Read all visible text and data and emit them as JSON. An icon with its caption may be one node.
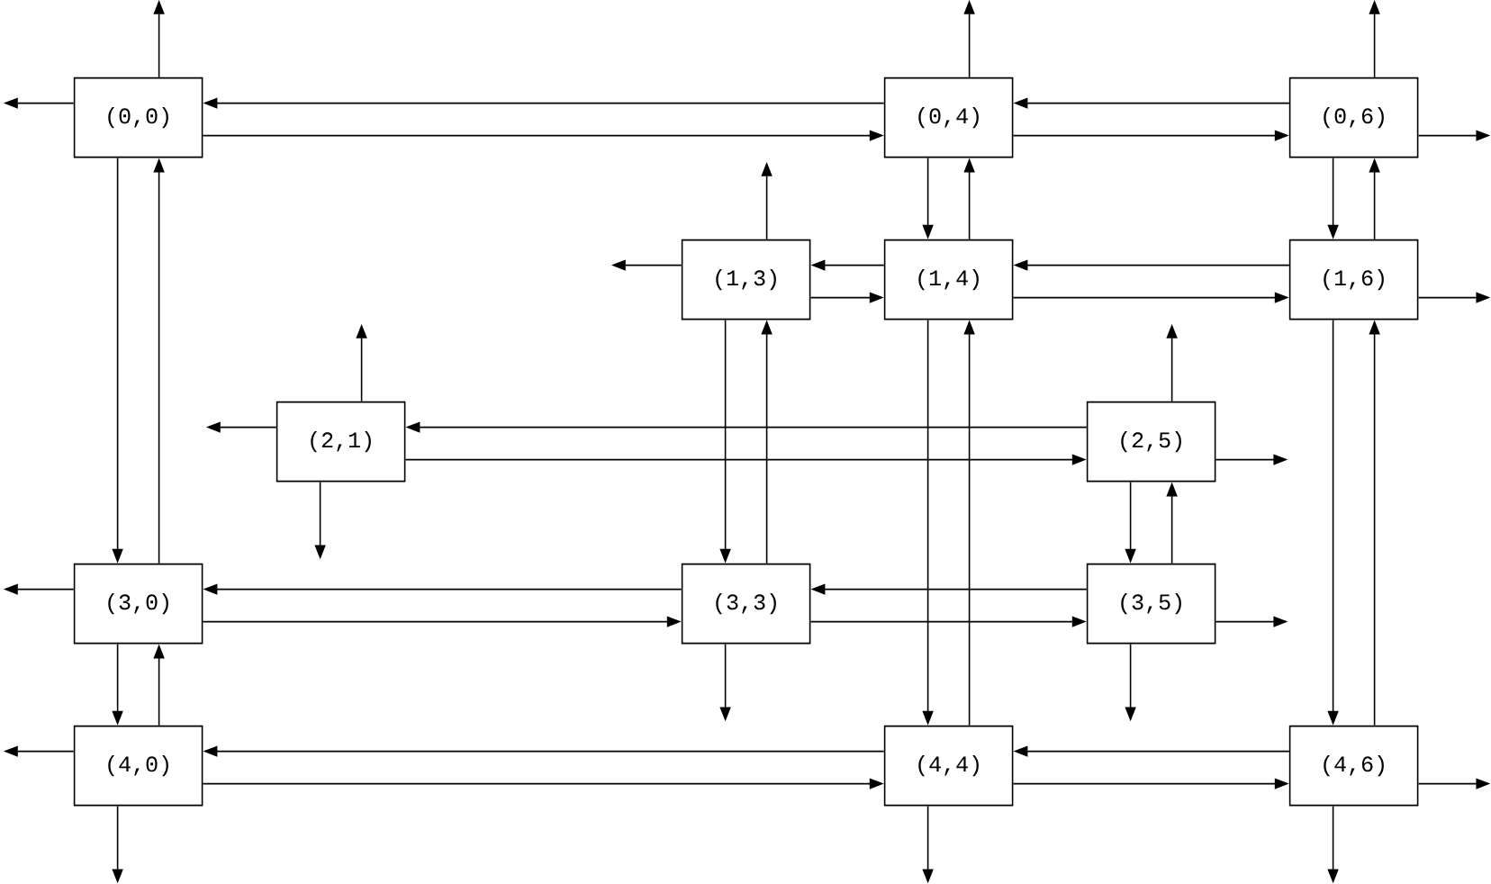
{
  "diagram": {
    "nodes": [
      {
        "text": [
          "(0,0)"
        ]
      },
      {
        "text": [
          "(0,4)"
        ]
      },
      {
        "text": [
          "(0,6)"
        ]
      },
      {
        "text": [
          "(1,3)"
        ]
      },
      {
        "text": [
          "(1,4)"
        ]
      },
      {
        "text": [
          "(1,6)"
        ]
      },
      {
        "text": [
          "(2,1)"
        ]
      },
      {
        "text": [
          "(2,5)"
        ]
      },
      {
        "text": [
          "(3,0)"
        ]
      },
      {
        "text": [
          "(3,3)"
        ]
      },
      {
        "text": [
          "(3,5)"
        ]
      },
      {
        "text": [
          "(4,0)"
        ]
      },
      {
        "text": [
          "(4,4)"
        ]
      },
      {
        "text": [
          "(4,6)"
        ]
      }
    ],
    "edges": [
      {
        "from": 0,
        "to": null,
        "arrow": "to"
      },
      {
        "from": 0,
        "to": null,
        "arrow": "to"
      },
      {
        "from": 1,
        "to": 0,
        "arrow": "to"
      },
      {
        "from": 0,
        "to": 1,
        "arrow": "to"
      },
      {
        "from": 1,
        "to": null,
        "arrow": "to"
      },
      {
        "from": 2,
        "to": 1,
        "arrow": "to"
      },
      {
        "from": 1,
        "to": 2,
        "arrow": "to"
      },
      {
        "from": 2,
        "to": null,
        "arrow": "to"
      },
      {
        "from": 2,
        "to": null,
        "arrow": "to"
      },
      {
        "from": 0,
        "to": 8,
        "arrow": "to"
      },
      {
        "from": 8,
        "to": 0,
        "arrow": "to"
      },
      {
        "from": 1,
        "to": 4,
        "arrow": "to"
      },
      {
        "from": 4,
        "to": 1,
        "arrow": "to"
      },
      {
        "from": 2,
        "to": 5,
        "arrow": "to"
      },
      {
        "from": 5,
        "to": 2,
        "arrow": "to"
      },
      {
        "from": 3,
        "to": null,
        "arrow": "to"
      },
      {
        "from": 3,
        "to": null,
        "arrow": "to"
      },
      {
        "from": 4,
        "to": 3,
        "arrow": "to"
      },
      {
        "from": 3,
        "to": 4,
        "arrow": "to"
      },
      {
        "from": 5,
        "to": 4,
        "arrow": "to"
      },
      {
        "from": 4,
        "to": 5,
        "arrow": "to"
      },
      {
        "from": 5,
        "to": null,
        "arrow": "to"
      },
      {
        "from": 3,
        "to": 9,
        "arrow": "to"
      },
      {
        "from": 9,
        "to": 3,
        "arrow": "to"
      },
      {
        "from": 4,
        "to": 12,
        "arrow": "to"
      },
      {
        "from": 12,
        "to": 4,
        "arrow": "to"
      },
      {
        "from": 5,
        "to": 13,
        "arrow": "to"
      },
      {
        "from": 13,
        "to": 5,
        "arrow": "to"
      },
      {
        "from": 6,
        "to": null,
        "arrow": "to"
      },
      {
        "from": 6,
        "to": null,
        "arrow": "to"
      },
      {
        "from": 6,
        "to": null,
        "arrow": "to"
      },
      {
        "from": 7,
        "to": 6,
        "arrow": "to"
      },
      {
        "from": 6,
        "to": 7,
        "arrow": "to"
      },
      {
        "from": 7,
        "to": null,
        "arrow": "to"
      },
      {
        "from": 7,
        "to": null,
        "arrow": "to"
      },
      {
        "from": 7,
        "to": 10,
        "arrow": "to"
      },
      {
        "from": 10,
        "to": 7,
        "arrow": "to"
      },
      {
        "from": 8,
        "to": null,
        "arrow": "to"
      },
      {
        "from": 9,
        "to": 8,
        "arrow": "to"
      },
      {
        "from": 8,
        "to": 9,
        "arrow": "to"
      },
      {
        "from": 9,
        "to": null,
        "arrow": "to"
      },
      {
        "from": 10,
        "to": 9,
        "arrow": "to"
      },
      {
        "from": 9,
        "to": 10,
        "arrow": "to"
      },
      {
        "from": 10,
        "to": null,
        "arrow": "to"
      },
      {
        "from": 10,
        "to": null,
        "arrow": "to"
      },
      {
        "from": 8,
        "to": 11,
        "arrow": "to"
      },
      {
        "from": 11,
        "to": 8,
        "arrow": "to"
      },
      {
        "from": 11,
        "to": null,
        "arrow": "to"
      },
      {
        "from": 11,
        "to": null,
        "arrow": "to"
      },
      {
        "from": 12,
        "to": 11,
        "arrow": "to"
      },
      {
        "from": 11,
        "to": 12,
        "arrow": "to"
      },
      {
        "from": 12,
        "to": null,
        "arrow": "to"
      },
      {
        "from": 13,
        "to": 12,
        "arrow": "to"
      },
      {
        "from": 12,
        "to": 13,
        "arrow": "to"
      },
      {
        "from": 13,
        "to": null,
        "arrow": "to"
      },
      {
        "from": 13,
        "to": null,
        "arrow": "to"
      }
    ]
  }
}
